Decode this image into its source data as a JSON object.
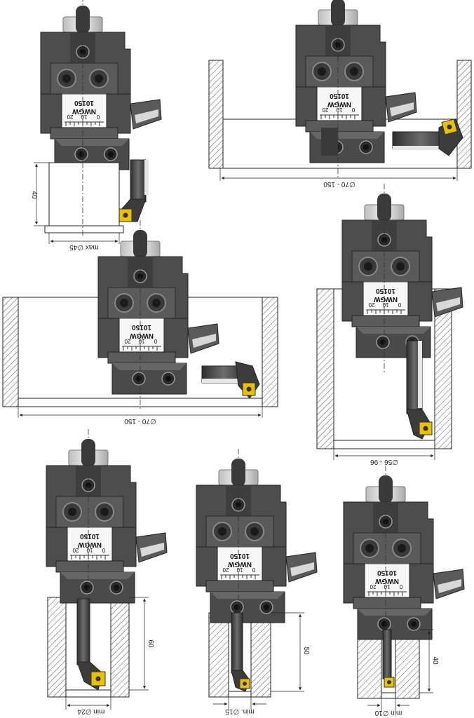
{
  "colors": {
    "body": "#4d4d4d",
    "body_dark": "#2f2f2f",
    "body_light": "#6a6a6a",
    "insert": "#e8c200",
    "hatch": "#555555",
    "dim": "#222222"
  },
  "heads": [
    {
      "brand": "NWGW",
      "code": "10150",
      "scale": [
        "20",
        "10",
        "0"
      ]
    },
    {
      "brand": "NWGW",
      "code": "10150",
      "scale": [
        "20",
        "10",
        "0"
      ]
    },
    {
      "brand": "NWGW",
      "code": "10150",
      "scale": [
        "20",
        "10",
        "0"
      ]
    },
    {
      "brand": "NWGW",
      "code": "10150",
      "scale": [
        "20",
        "10",
        "0"
      ]
    },
    {
      "brand": "NWGW",
      "code": "10150",
      "scale": [
        "20",
        "10",
        "0"
      ]
    },
    {
      "brand": "NWGW",
      "code": "10150",
      "scale": [
        "20",
        "10",
        "0"
      ]
    },
    {
      "brand": "NWGW",
      "code": "10150",
      "scale": [
        "20",
        "10",
        "0"
      ]
    }
  ],
  "dimensions": {
    "fig1_width": "max ∅45",
    "fig1_depth": "40",
    "fig2_width": "∅70 - 150",
    "fig3_width": "∅70 - 150",
    "fig4_width": "∅56 - 96",
    "fig5_width": "min ∅24",
    "fig5_depth": "60",
    "fig6_width": "min. ∅15",
    "fig6_depth": "50",
    "fig7_width": "min ∅10",
    "fig7_depth": "40"
  }
}
